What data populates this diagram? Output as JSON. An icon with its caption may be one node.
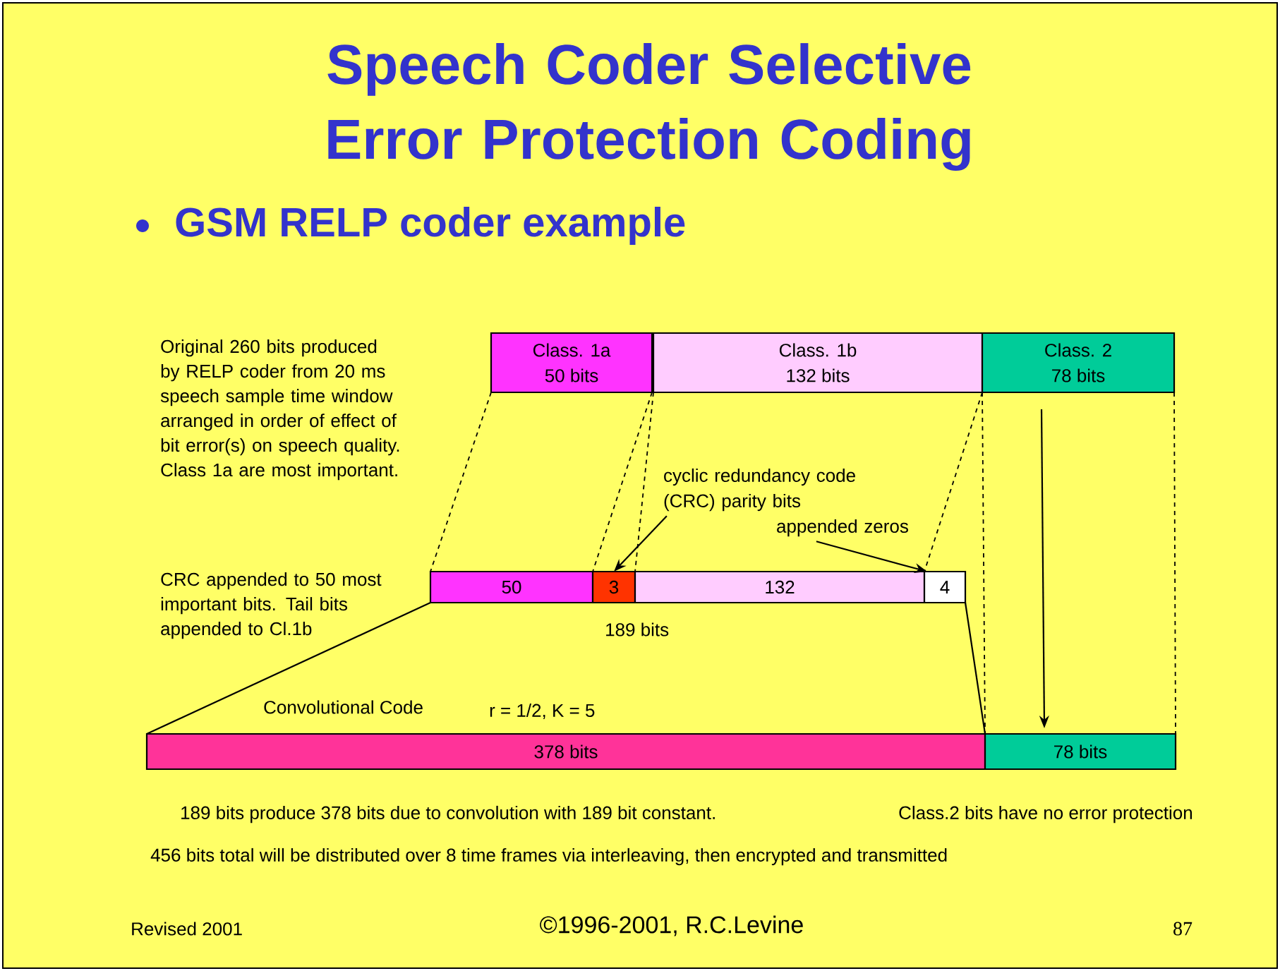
{
  "diagram": {
    "title": "Speech Coder Selective Error Protection Coding",
    "nodes": [
      {
        "text": [
          "Class. 1a",
          "50 bits"
        ]
      },
      {
        "text": [
          "Class. 1b",
          "132 bits"
        ]
      },
      {
        "text": [
          "Class. 2",
          "78 bits"
        ]
      },
      {
        "text": [
          "50"
        ]
      },
      {
        "text": [
          "3"
        ]
      },
      {
        "text": [
          "132"
        ]
      },
      {
        "text": [
          "4"
        ]
      },
      {
        "text": [
          "378 bits"
        ]
      },
      {
        "text": [
          "78 bits"
        ]
      },
      {
        "text": [
          "cyclic redundancy code (CRC) parity bits"
        ]
      },
      {
        "text": [
          "appended zeros"
        ]
      }
    ],
    "edges": [
      {
        "from": 0,
        "to": 3,
        "arrow": "none",
        "style": "dashed"
      },
      {
        "from": 0,
        "to": 4,
        "arrow": "none",
        "style": "dashed"
      },
      {
        "from": 1,
        "to": 5,
        "arrow": "none",
        "style": "dashed"
      },
      {
        "from": 1,
        "to": 6,
        "arrow": "none",
        "style": "dashed"
      },
      {
        "from": 2,
        "to": 8,
        "arrow": "none",
        "style": "dashed"
      },
      {
        "from": 2,
        "to": 8,
        "arrow": "none",
        "style": "dashed"
      },
      {
        "from": 2,
        "to": 8,
        "arrow": "to"
      },
      {
        "from": 3,
        "to": 7,
        "arrow": "none"
      },
      {
        "from": 6,
        "to": 7,
        "arrow": "none"
      },
      {
        "from": 9,
        "to": 4,
        "arrow": "to"
      },
      {
        "from": 10,
        "to": 6,
        "arrow": "to"
      }
    ],
    "labels": [
      "GSM RELP coder example",
      "Original 260 bits produced by RELP coder from 20 ms speech sample time window arranged in order of effect of bit error(s) on speech quality. Class 1a are most important.",
      "CRC appended to 50 most important bits. Tail bits appended to Cl.1b",
      "189 bits",
      "Convolutional Code",
      "r = 1/2, K = 5",
      "189 bits produce 378 bits due to convolution with 189 bit constant.",
      "Class.2 bits have no error protection",
      "456 bits total will be distributed over 8 time frames via interleaving, then encrypted and transmitted",
      "Revised 2001",
      "©1996-2001, R.C.Levine",
      "87"
    ]
  }
}
